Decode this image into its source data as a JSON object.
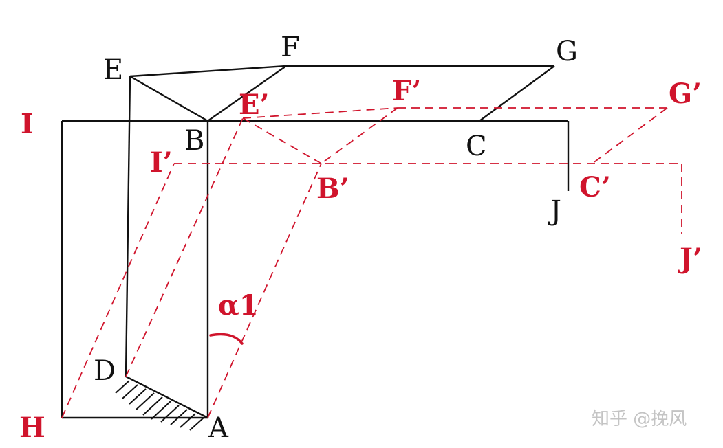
{
  "labels": {
    "E": "E",
    "F": "F",
    "G": "G",
    "B": "B",
    "C": "C",
    "J": "J",
    "D": "D",
    "A": "A",
    "I": "I",
    "H": "H",
    "E_prime": "E’",
    "F_prime": "F’",
    "G_prime": "G’",
    "B_prime": "B’",
    "C_prime": "C’",
    "I_prime": "I’",
    "J_prime": "J’",
    "alpha": "α1"
  },
  "watermark": "知乎 @挽风",
  "colors": {
    "original": "#111111",
    "deformed": "#d0142c",
    "background": "#ffffff"
  }
}
